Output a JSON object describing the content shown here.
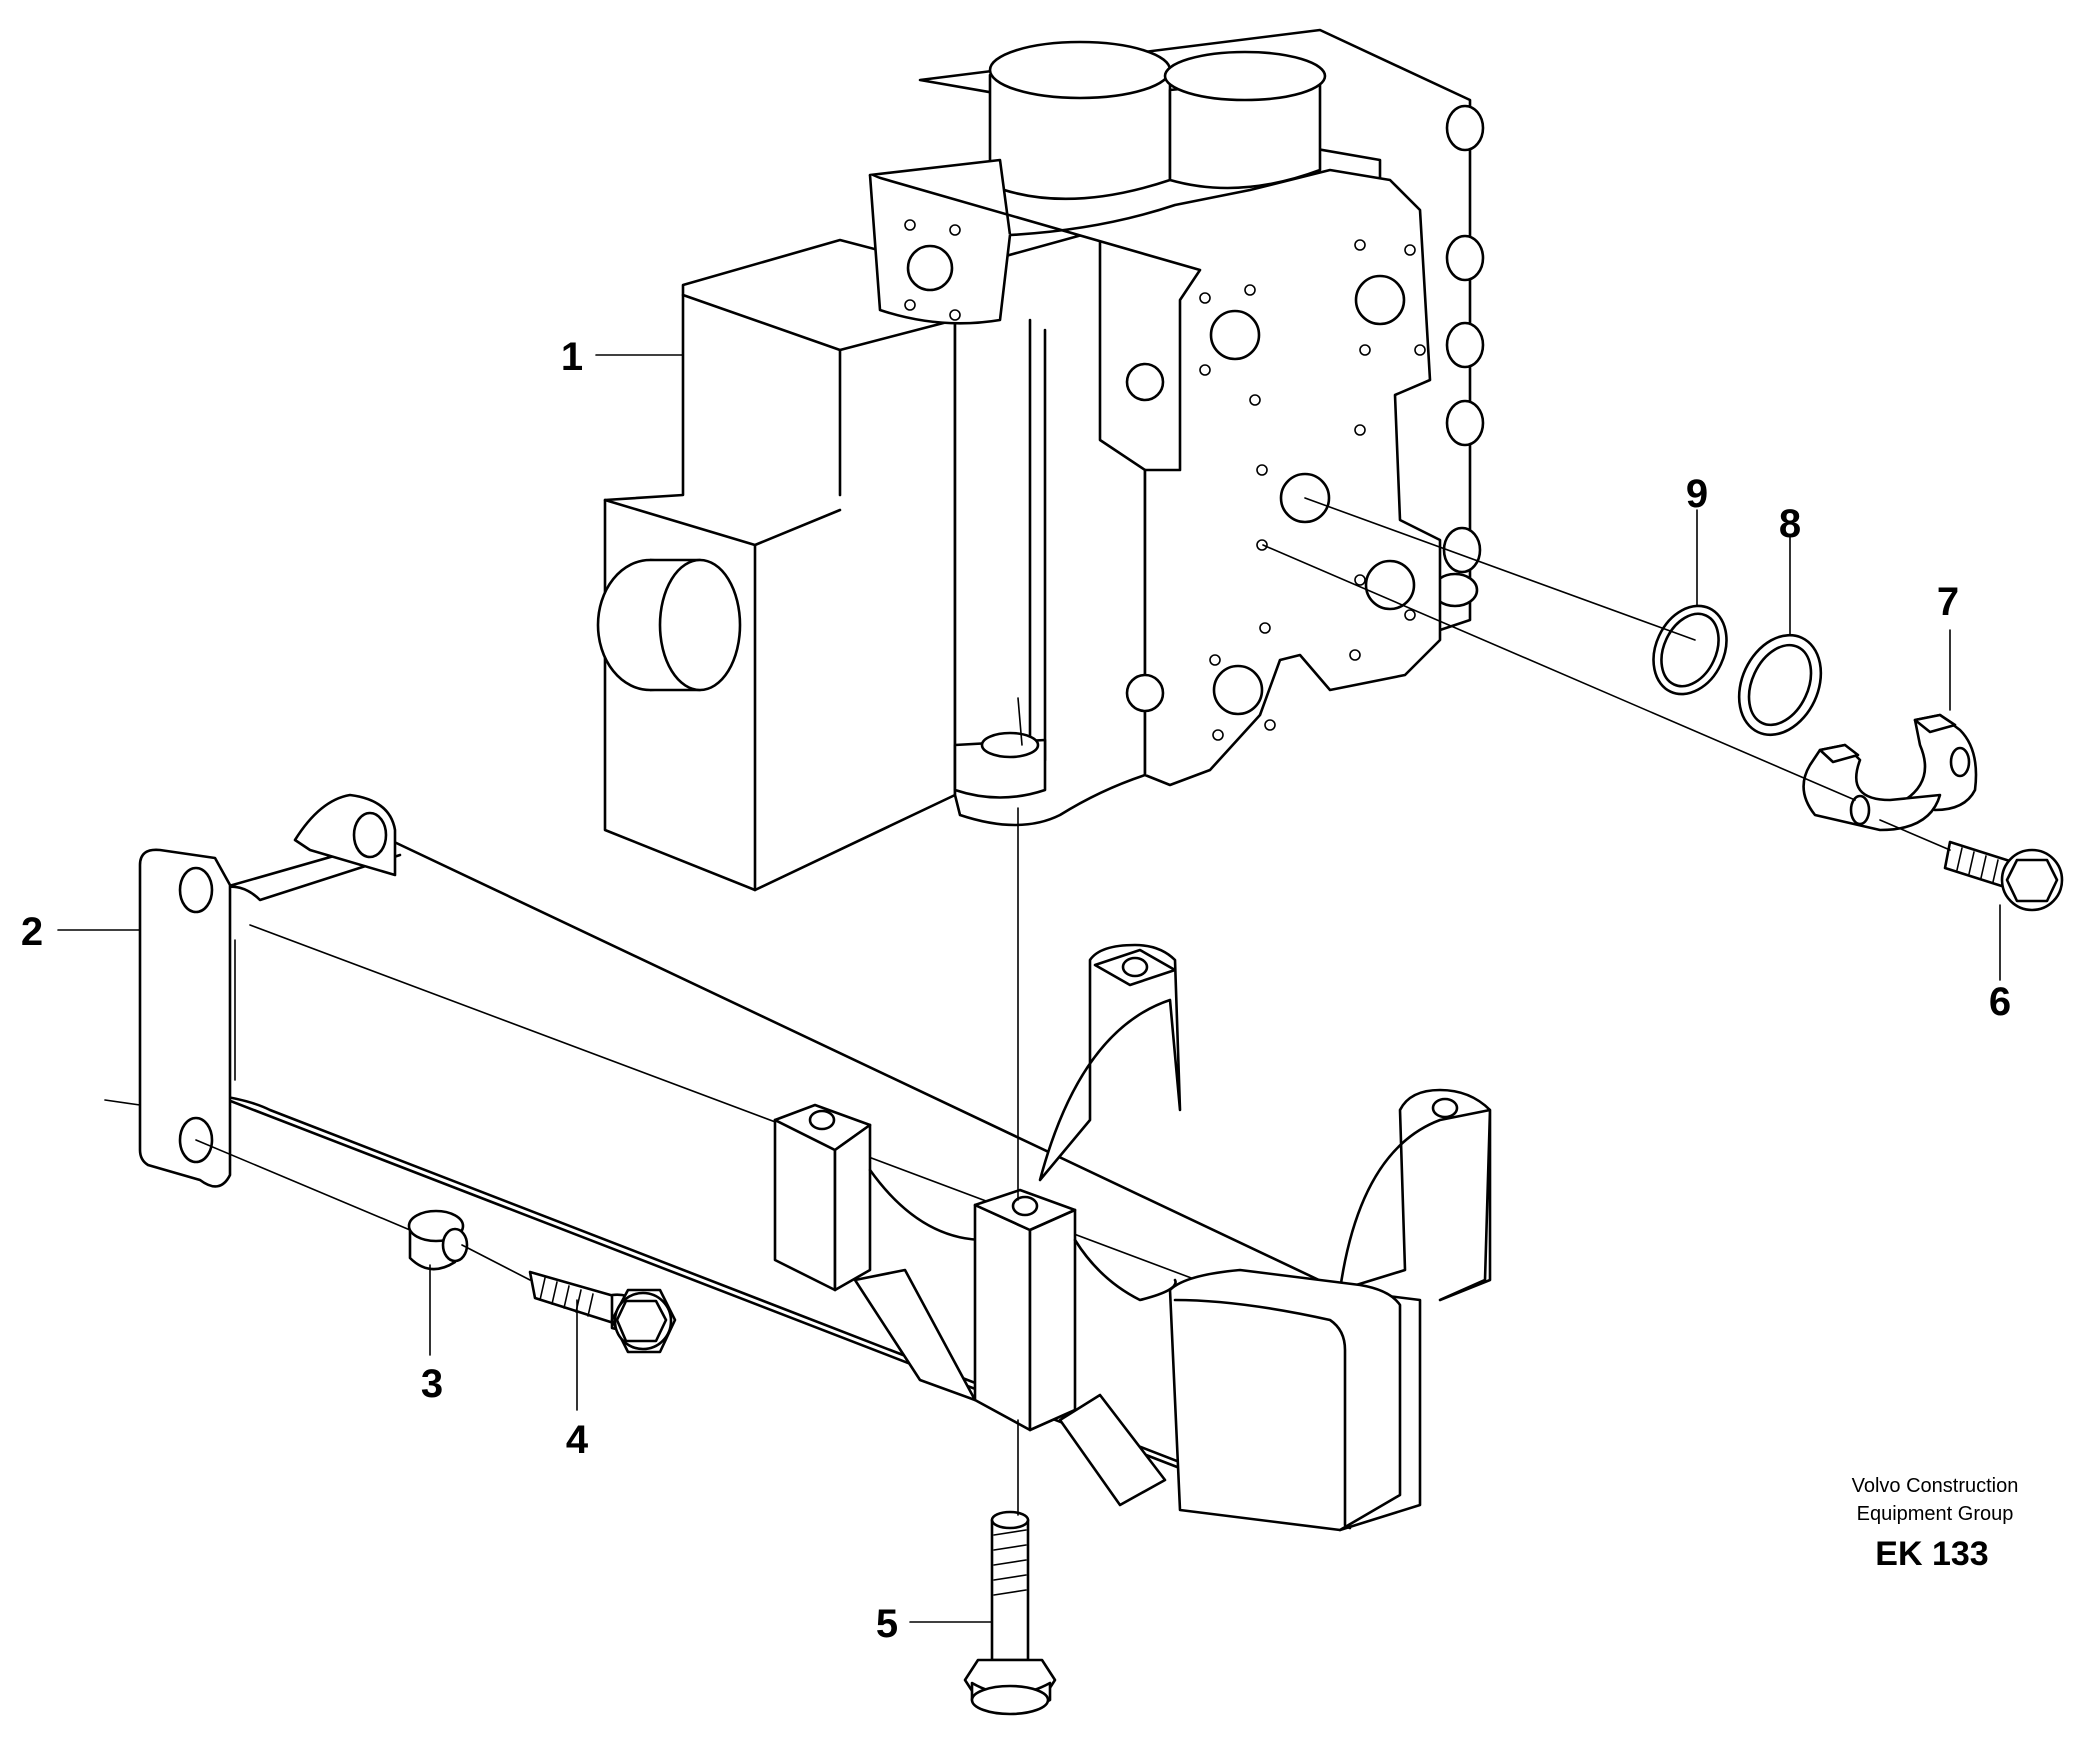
{
  "callouts": [
    "1",
    "2",
    "3",
    "4",
    "5",
    "6",
    "7",
    "8",
    "9"
  ],
  "credit": {
    "line1": "Volvo Construction",
    "line2": "Equipment Group",
    "code": "EK 133"
  },
  "colors": {
    "line": "#000000",
    "background": "#ffffff"
  }
}
